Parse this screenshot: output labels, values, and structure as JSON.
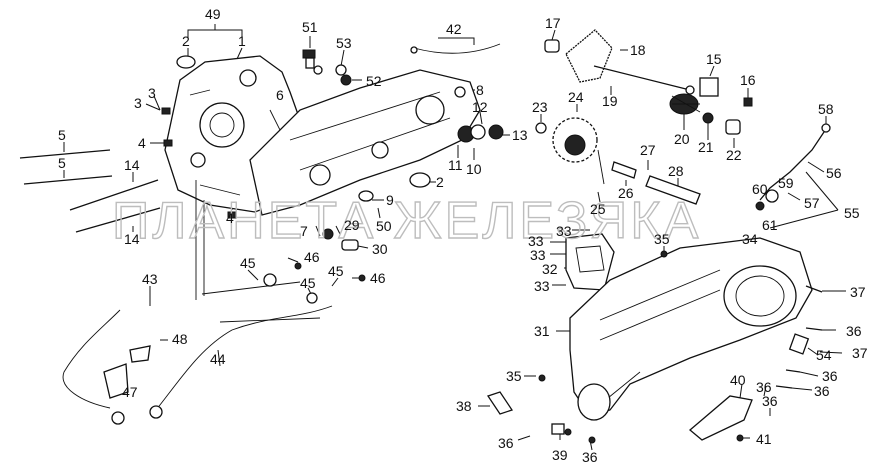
{
  "watermark": "ПЛАНЕТА ЖЕЛЕЗЯКА",
  "callouts": [
    {
      "id": "c49",
      "text": "49"
    },
    {
      "id": "c2a",
      "text": "2"
    },
    {
      "id": "c1",
      "text": "1"
    },
    {
      "id": "c51",
      "text": "51"
    },
    {
      "id": "c53",
      "text": "53"
    },
    {
      "id": "c52",
      "text": "52"
    },
    {
      "id": "c42",
      "text": "42"
    },
    {
      "id": "c17",
      "text": "17"
    },
    {
      "id": "c18",
      "text": "18"
    },
    {
      "id": "c15",
      "text": "15"
    },
    {
      "id": "c16",
      "text": "16"
    },
    {
      "id": "c58",
      "text": "58"
    },
    {
      "id": "c3a",
      "text": "3"
    },
    {
      "id": "c3b",
      "text": "3"
    },
    {
      "id": "c6",
      "text": "6"
    },
    {
      "id": "c8",
      "text": "8"
    },
    {
      "id": "c12",
      "text": "12"
    },
    {
      "id": "c13",
      "text": "13"
    },
    {
      "id": "c23",
      "text": "23"
    },
    {
      "id": "c24",
      "text": "24"
    },
    {
      "id": "c19",
      "text": "19"
    },
    {
      "id": "c20",
      "text": "20"
    },
    {
      "id": "c21",
      "text": "21"
    },
    {
      "id": "c22",
      "text": "22"
    },
    {
      "id": "c5a",
      "text": "5"
    },
    {
      "id": "c5b",
      "text": "5"
    },
    {
      "id": "c4a",
      "text": "4"
    },
    {
      "id": "c11",
      "text": "11"
    },
    {
      "id": "c10",
      "text": "10"
    },
    {
      "id": "c2b",
      "text": "2"
    },
    {
      "id": "c27",
      "text": "27"
    },
    {
      "id": "c28",
      "text": "28"
    },
    {
      "id": "c26",
      "text": "26"
    },
    {
      "id": "c56",
      "text": "56"
    },
    {
      "id": "c14a",
      "text": "14"
    },
    {
      "id": "c14b",
      "text": "14"
    },
    {
      "id": "c60",
      "text": "60"
    },
    {
      "id": "c59",
      "text": "59"
    },
    {
      "id": "c57",
      "text": "57"
    },
    {
      "id": "c55",
      "text": "55"
    },
    {
      "id": "c61",
      "text": "61"
    },
    {
      "id": "c9",
      "text": "9"
    },
    {
      "id": "c4b",
      "text": "4"
    },
    {
      "id": "c50",
      "text": "50"
    },
    {
      "id": "c25",
      "text": "25"
    },
    {
      "id": "c7",
      "text": "7"
    },
    {
      "id": "c29",
      "text": "29"
    },
    {
      "id": "c30",
      "text": "30"
    },
    {
      "id": "c33a",
      "text": "33"
    },
    {
      "id": "c33b",
      "text": "33"
    },
    {
      "id": "c33c",
      "text": "33"
    },
    {
      "id": "c35a",
      "text": "35"
    },
    {
      "id": "c34",
      "text": "34"
    },
    {
      "id": "c32",
      "text": "32"
    },
    {
      "id": "c33d",
      "text": "33"
    },
    {
      "id": "c45a",
      "text": "45"
    },
    {
      "id": "c46a",
      "text": "46"
    },
    {
      "id": "c45b",
      "text": "45"
    },
    {
      "id": "c46b",
      "text": "46"
    },
    {
      "id": "c43",
      "text": "43"
    },
    {
      "id": "c45c",
      "text": "45"
    },
    {
      "id": "c37a",
      "text": "37"
    },
    {
      "id": "c31",
      "text": "31"
    },
    {
      "id": "c36a",
      "text": "36"
    },
    {
      "id": "c48",
      "text": "48"
    },
    {
      "id": "c44",
      "text": "44"
    },
    {
      "id": "c54",
      "text": "54"
    },
    {
      "id": "c37b",
      "text": "37"
    },
    {
      "id": "c47",
      "text": "47"
    },
    {
      "id": "c35b",
      "text": "35"
    },
    {
      "id": "c36b",
      "text": "36"
    },
    {
      "id": "c40",
      "text": "40"
    },
    {
      "id": "c36c",
      "text": "36"
    },
    {
      "id": "c36d",
      "text": "36"
    },
    {
      "id": "c38",
      "text": "38"
    },
    {
      "id": "c36e",
      "text": "36"
    },
    {
      "id": "c41",
      "text": "41"
    },
    {
      "id": "c36f",
      "text": "36"
    },
    {
      "id": "c39",
      "text": "39"
    },
    {
      "id": "c36g",
      "text": "36"
    }
  ]
}
